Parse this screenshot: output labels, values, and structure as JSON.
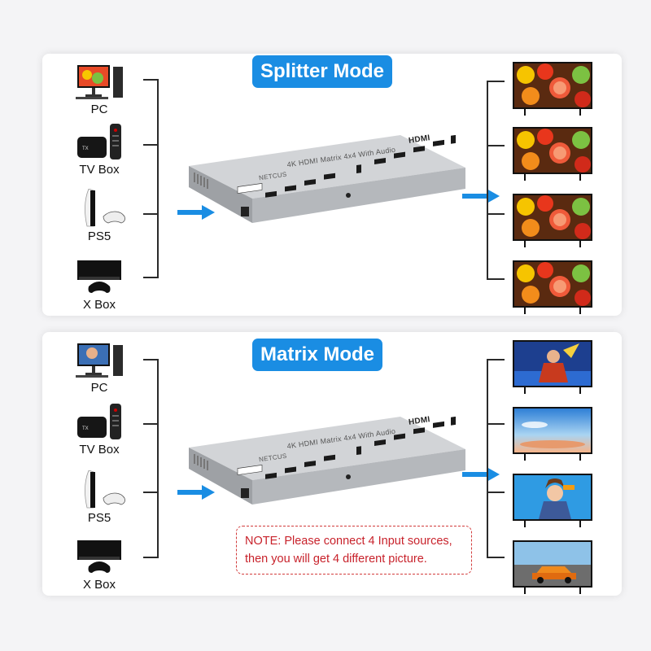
{
  "splitter": {
    "title": "Splitter Mode",
    "sources": [
      {
        "label": "PC",
        "icon": "pc-icon"
      },
      {
        "label": "TV Box",
        "icon": "tv-box-icon"
      },
      {
        "label": "PS5",
        "icon": "ps5-icon"
      },
      {
        "label": "X Box",
        "icon": "xbox-icon"
      }
    ],
    "outputs": [
      "fruit-image",
      "fruit-image",
      "fruit-image",
      "fruit-image"
    ]
  },
  "matrix": {
    "title": "Matrix Mode",
    "sources": [
      {
        "label": "PC",
        "icon": "pc-icon"
      },
      {
        "label": "TV Box",
        "icon": "tv-box-icon"
      },
      {
        "label": "PS5",
        "icon": "ps5-icon"
      },
      {
        "label": "X Box",
        "icon": "xbox-icon"
      }
    ],
    "outputs": [
      "game-character-image",
      "sky-landscape-image",
      "anime-character-image",
      "race-car-image"
    ],
    "note_line1": "NOTE: Please connect 4 Input sources,",
    "note_line2": "then you will get 4 different picture."
  },
  "device": {
    "brand": "NETCUS",
    "model_label": "4K HDMI Matrix 4x4 With Audio",
    "hdmi_logo": "HDMI"
  },
  "colors": {
    "accent": "#1a8de3",
    "note": "#c8222b",
    "device": "#b9bcc0"
  }
}
